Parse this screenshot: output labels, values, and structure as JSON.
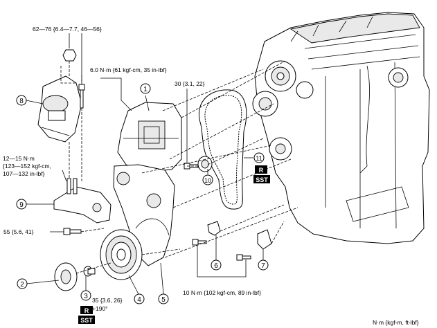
{
  "torques": {
    "t_62_76": "62—76 {6.4—7.7, 46—56}",
    "t_6_0": "6.0 N·m {61 kgf-cm, 35 in-lbf}",
    "t_30": "30 {3.1, 22}",
    "t_12_15_line1": "12—15 N·m",
    "t_12_15_line2": "{123—152 kgf-cm,",
    "t_12_15_line3": "107—132 in-lbf}",
    "t_55": "55 {5.6, 41}",
    "t_35": "35 {3.6, 26}",
    "t_35_angle": "+190°",
    "t_10": "10 N·m {102 kgf-cm, 89 in-lbf}",
    "units": "N·m {kgf-m, ft-lbf}"
  },
  "callouts": {
    "c1": "1",
    "c2": "2",
    "c3": "3",
    "c4": "4",
    "c5": "5",
    "c6": "6",
    "c7": "7",
    "c8": "8",
    "c9": "9",
    "c10": "10",
    "c11": "11"
  },
  "tags": {
    "r_upper": "R",
    "sst_upper": "SST",
    "r_lower": "R",
    "sst_lower": "SST"
  }
}
